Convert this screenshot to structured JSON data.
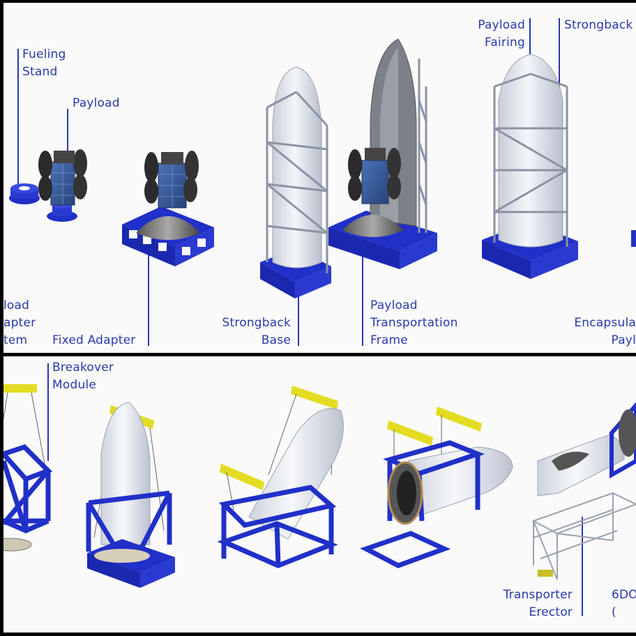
{
  "colors": {
    "label_blue": "#283aa8",
    "frame_blue": "#2030c8",
    "fairing_white": "#eef1f6",
    "lift_yellow": "#e8e020",
    "background": "#fafafa"
  },
  "top_panel": {
    "labels": {
      "fueling_stand": "Fueling\nStand",
      "payload": "Payload",
      "payload_fairing": "Payload\nFairing",
      "strongback_top": "Strongback",
      "adapter_system": "load\napter\ntem",
      "fixed_adapter": "Fixed Adapter",
      "strongback_base": "Strongback\nBase",
      "transport_frame": "Payload\nTransportation\nFrame",
      "encapsulated": "Encapsula\nPayl"
    }
  },
  "bottom_panel": {
    "labels": {
      "breakover_module": "Breakover\nModule",
      "transporter_erector": "Transporter\nErector",
      "six_dof": "6DO\n("
    }
  }
}
